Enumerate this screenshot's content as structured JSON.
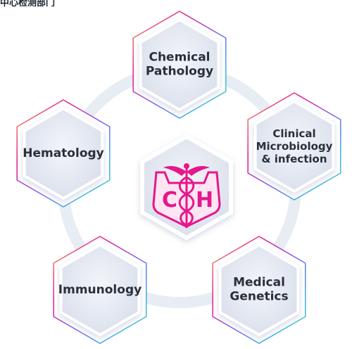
{
  "header_fragment": "中心检测部门",
  "center": {
    "logo_letters": [
      "C",
      "H"
    ],
    "logo_color": "#e6168c"
  },
  "nodes": [
    {
      "lines": [
        "Chemical",
        "Pathology"
      ]
    },
    {
      "lines": [
        "Clinical",
        "Microbiology",
        "& infection"
      ]
    },
    {
      "lines": [
        "Medical",
        "Genetics"
      ]
    },
    {
      "lines": [
        "Immunology"
      ]
    },
    {
      "lines": [
        "Hematology"
      ]
    }
  ],
  "colors": {
    "hex_fill": "#e3e8f2",
    "hex_fill_inner": "#eef1f7",
    "ring": "#e7ebf2",
    "text": "#2a2f3a",
    "accent_gradient": [
      "#f2a65a",
      "#e6168c",
      "#7a5cf0",
      "#35b6e8",
      "#63c48a"
    ]
  }
}
